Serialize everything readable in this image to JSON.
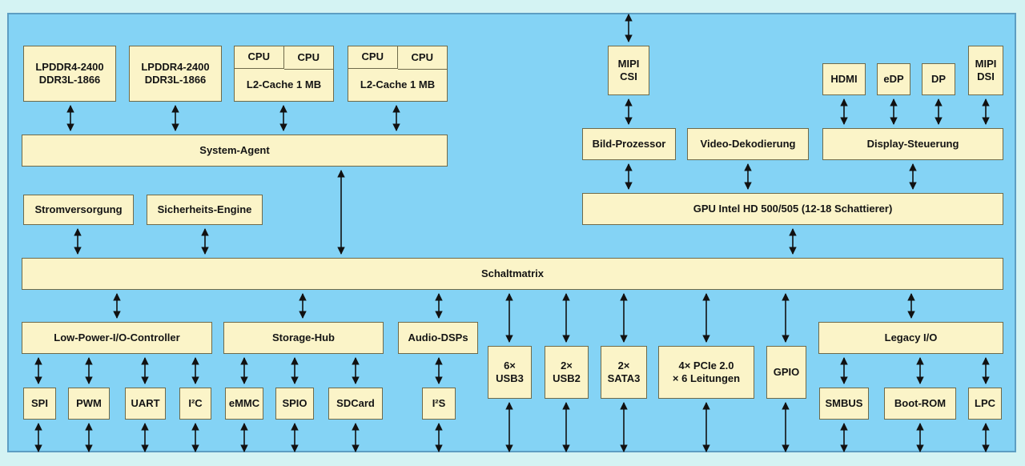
{
  "memory": [
    {
      "line1": "LPDDR4-2400",
      "line2": "DDR3L-1866"
    },
    {
      "line1": "LPDDR4-2400",
      "line2": "DDR3L-1866"
    }
  ],
  "cpu_modules": [
    {
      "cpu_a": "CPU",
      "cpu_b": "CPU",
      "cache": "L2-Cache 1 MB"
    },
    {
      "cpu_a": "CPU",
      "cpu_b": "CPU",
      "cache": "L2-Cache 1 MB"
    }
  ],
  "system_agent": "System-Agent",
  "power": "Stromversorgung",
  "security": "Sicherheits-Engine",
  "mipi_csi": {
    "line1": "MIPI",
    "line2": "CSI"
  },
  "image_processor": "Bild-Prozessor",
  "video_decoder": "Video-Dekodierung",
  "display_outputs": [
    "HDMI",
    "eDP",
    "DP"
  ],
  "mipi_dsi": {
    "line1": "MIPI",
    "line2": "DSI"
  },
  "display_control": "Display-Steuerung",
  "gpu": "GPU Intel HD 500/505 (12-18 Schattierer)",
  "switch_matrix": "Schaltmatrix",
  "lp_io_controller": "Low-Power-I/O-Controller",
  "lp_io_ports": [
    "SPI",
    "PWM",
    "UART",
    "I²C"
  ],
  "storage_hub": "Storage-Hub",
  "storage_ports": [
    "eMMC",
    "SPIO",
    "SDCard"
  ],
  "audio_dsps": "Audio-DSPs",
  "audio_port": "I²S",
  "usb3": {
    "line1": "6×",
    "line2": "USB3"
  },
  "usb2": {
    "line1": "2×",
    "line2": "USB2"
  },
  "sata3": {
    "line1": "2×",
    "line2": "SATA3"
  },
  "pcie": {
    "line1": "4× PCIe 2.0",
    "line2": "× 6 Leitungen"
  },
  "gpio": "GPIO",
  "legacy_io": "Legacy I/O",
  "legacy_ports": [
    "SMBUS",
    "Boot-ROM",
    "LPC"
  ],
  "colors": {
    "background": "#d4f3f3",
    "chip": "#84d3f5",
    "chip_border": "#5d9ec3",
    "block": "#fbf4c8",
    "block_border": "#6e6a4a",
    "arrow": "#111111"
  }
}
